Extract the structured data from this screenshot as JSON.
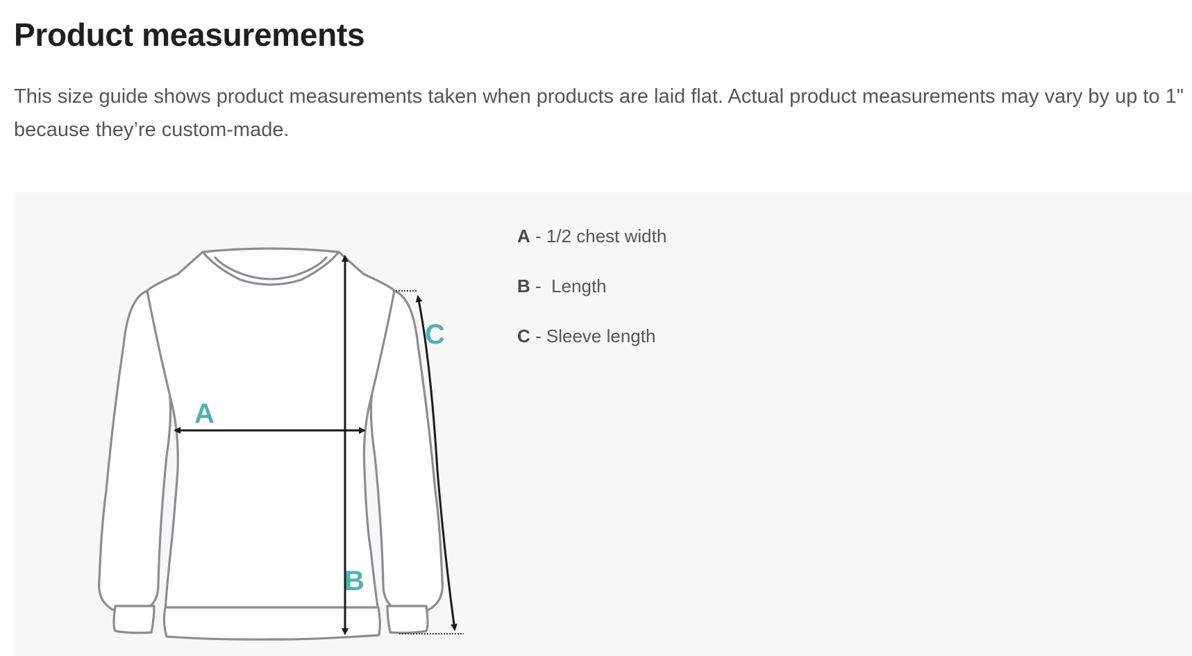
{
  "header": {
    "title": "Product measurements",
    "description": "This size guide shows product measurements taken when products are laid flat. Actual product measurements may vary by up to 1\" because they’re custom-made."
  },
  "diagram": {
    "garment": "sweatshirt-outline",
    "labels": {
      "chest": "A",
      "length": "B",
      "sleeve": "C"
    },
    "colors": {
      "outline": "#8a8e91",
      "arrow": "#1a1a1a",
      "label": "#4fb3ad",
      "panel": "#f7f7f7"
    }
  },
  "legend": {
    "items": [
      {
        "letter": "A",
        "text": " - 1/2 chest width"
      },
      {
        "letter": "B",
        "text": " -  Length"
      },
      {
        "letter": "C",
        "text": " - Sleeve length"
      }
    ]
  }
}
